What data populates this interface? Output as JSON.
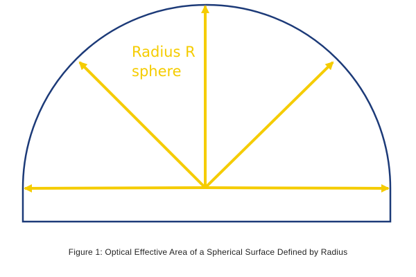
{
  "diagram": {
    "label_line_1": "Radius R",
    "label_line_2": "sphere",
    "outline_color": "#1c3a78",
    "arrow_color": "#f5cc00",
    "label_color": "#f5cc00"
  },
  "caption": "Figure 1: Optical Effective Area of a Spherical Surface Defined by Radius"
}
